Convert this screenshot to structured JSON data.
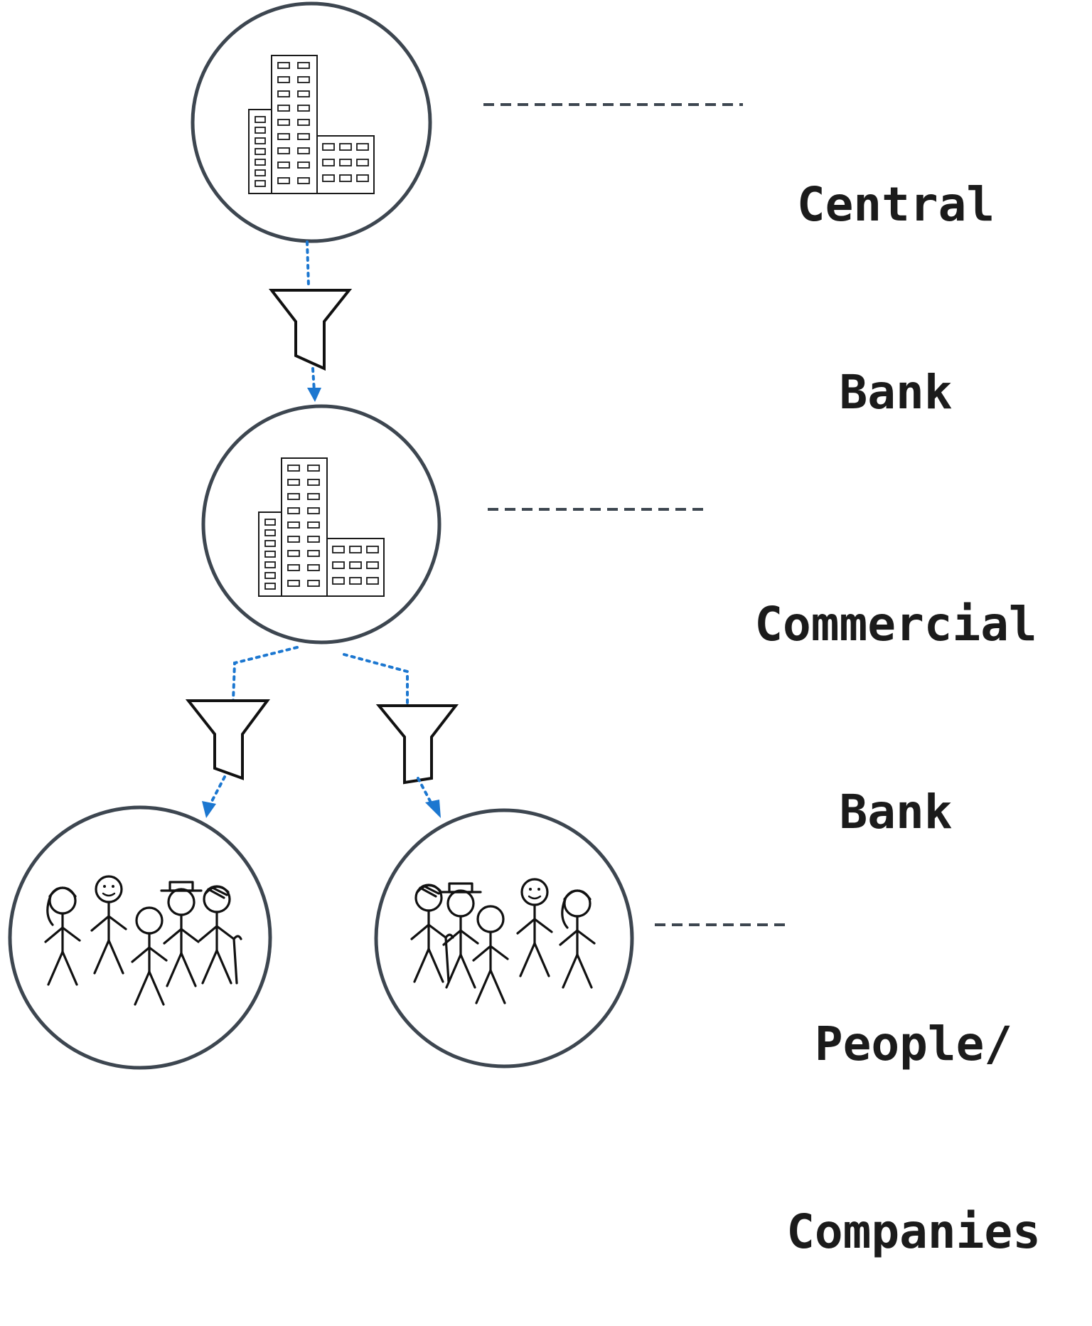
{
  "labels": {
    "central": {
      "line1": "Central",
      "line2": "Bank"
    },
    "commercial": {
      "line1": "Commercial",
      "line2": "Bank"
    },
    "people": {
      "line1": "People/",
      "line2": "Companies"
    }
  },
  "colors": {
    "circle_stroke": "#3d4650",
    "flow_arrow": "#1c77d0",
    "ink": "#111111"
  },
  "icons": {
    "central_node": "office-buildings-icon",
    "commercial_node": "office-buildings-icon",
    "people_nodes": "stick-figure-crowd-icon",
    "connectors": "funnel-icon"
  }
}
